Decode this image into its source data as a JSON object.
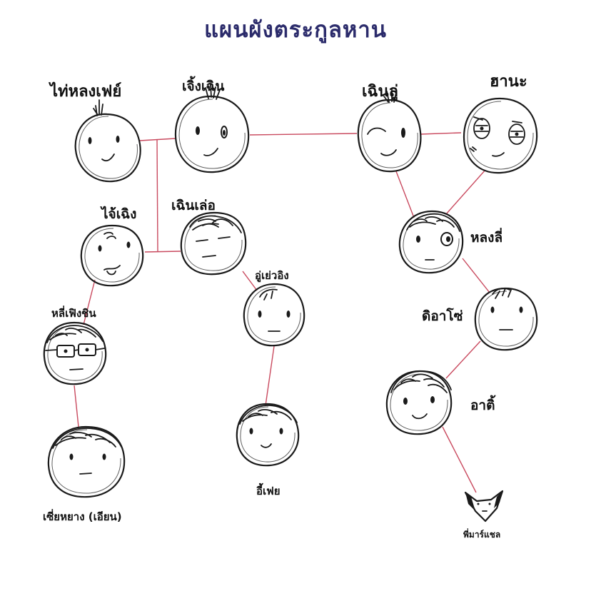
{
  "title": "แผนผังตระกูลหาน",
  "people": {
    "tai_long_fei": "ไท่หลงเฟย์",
    "jing_chen": "เจิ้งเฉิน",
    "chen_lu": "เฉินลู่",
    "hana": "ฮานะ",
    "jai_ching": "ไจ้เฉิง",
    "chen_lao": "เฉินเล่อ",
    "long_li": "หลงลี่",
    "li_feng_chin": "หลี่เฟิงชิน",
    "u_yao_ing": "อู่เย่วอิง",
    "di_ao_so": "ดิอาโซ่",
    "a_ti": "อาติ้",
    "shi_yang": "เซี่ยหยาง (เอียน)",
    "i_fei": "อี้เฟย",
    "phi_marshal": "พี่มาร์แชล"
  },
  "colors": {
    "title": "#2b2b6b",
    "link": "#c94a5f",
    "ink": "#1a1a1a"
  }
}
